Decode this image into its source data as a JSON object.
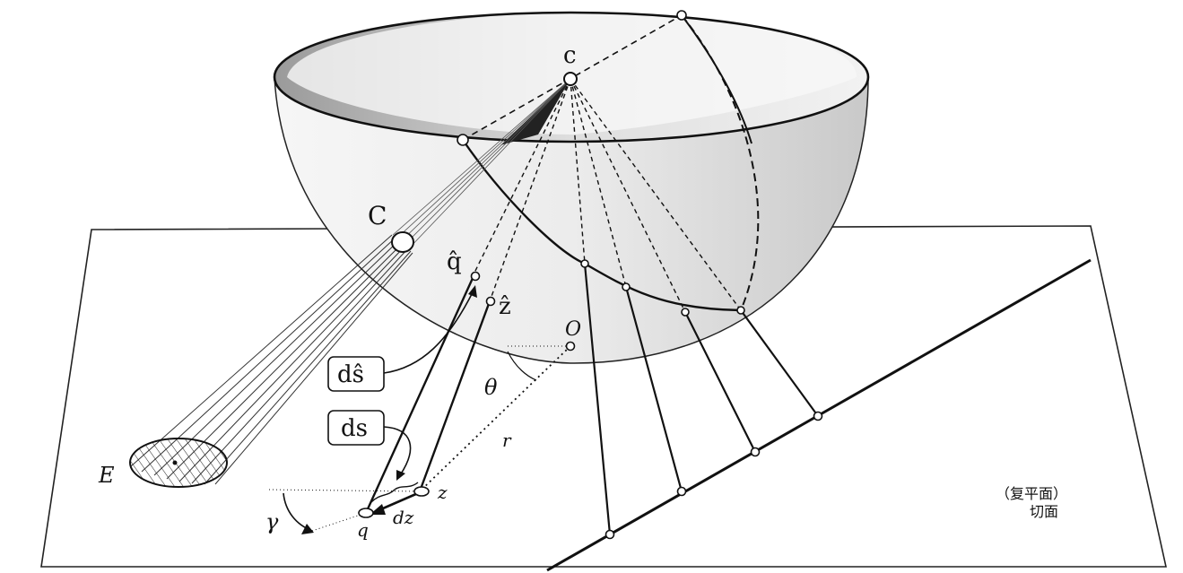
{
  "diagram": {
    "labels": {
      "sphere_center": "c",
      "circle": "C",
      "ellipse": "E",
      "q_hat": "q̂",
      "z_hat": "ẑ",
      "origin": "O",
      "theta": "θ",
      "radius": "r",
      "d_s_hat": "dŝ",
      "d_s": "ds",
      "z": "z",
      "dz": "dz",
      "q": "q",
      "gamma": "γ",
      "plane_caption_line1": "（复平面）",
      "plane_caption_line2": "切面"
    }
  }
}
